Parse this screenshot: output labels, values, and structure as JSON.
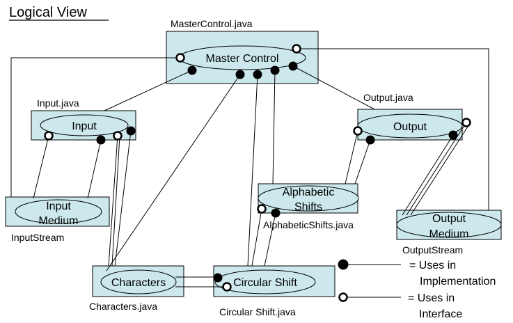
{
  "title": "Logical View",
  "modules": {
    "master": {
      "file": "MasterControl.java",
      "name": "Master Control"
    },
    "input": {
      "file": "Input.java",
      "name": "Input"
    },
    "output": {
      "file": "Output.java",
      "name": "Output"
    },
    "input_medium": {
      "file": "InputStream",
      "line1": "Input",
      "line2": "Medium"
    },
    "alpha": {
      "file": "AlphabeticShifts.java",
      "line1": "Alphabetic",
      "line2": "Shifts"
    },
    "output_medium": {
      "file": "OutputStream",
      "line1": "Output",
      "line2": "Medium"
    },
    "characters": {
      "file": "Characters.java",
      "name": "Characters"
    },
    "circular": {
      "file": "Circular Shift.java",
      "name": "Circular Shift"
    }
  },
  "legend": {
    "impl_line1": "= Uses in",
    "impl_line2": "Implementation",
    "iface_line1": "= Uses in",
    "iface_line2": "Interface"
  }
}
